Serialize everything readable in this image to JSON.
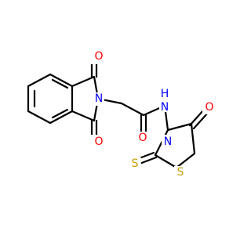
{
  "colors": {
    "bond": "#000000",
    "O": "#ff0000",
    "N": "#0000ff",
    "S": "#c8a000",
    "background": "#ffffff"
  },
  "atoms": {
    "o_top": "O",
    "o_bottom": "O",
    "o_amide": "O",
    "o_ring": "O",
    "n_phthalimide": "N",
    "n_amide": "N",
    "h_amide": "H",
    "n_ring": "N",
    "s_thione": "S",
    "s_ring": "S"
  }
}
